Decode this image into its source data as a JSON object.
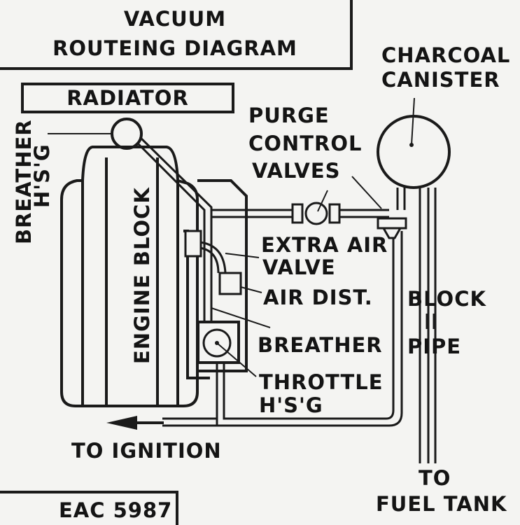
{
  "title": {
    "line1": "VACUUM",
    "line2": "ROUTEING   DIAGRAM"
  },
  "labels": {
    "radiator": "RADIATOR",
    "breather_hsg_1": "BREATHER",
    "breather_hsg_2": "H'S'G",
    "engine_block": "ENGINE BLOCK",
    "charcoal_canister_1": "CHARCOAL",
    "charcoal_canister_2": "CANISTER",
    "purge_1": "PURGE",
    "purge_2": "CONTROL",
    "purge_3": "VALVES",
    "extra_air_1": "EXTRA AIR",
    "extra_air_2": "VALVE",
    "air_dist": "AIR DIST.",
    "breather": "BREATHER",
    "throttle_1": "THROTTLE",
    "throttle_2": "H'S'G",
    "block": "BLOCK",
    "pipe": "PIPE",
    "to_ignition": "TO  IGNITION",
    "to": "TO",
    "fuel_tank": "FUEL TANK",
    "part_number": "EAC 5987"
  }
}
